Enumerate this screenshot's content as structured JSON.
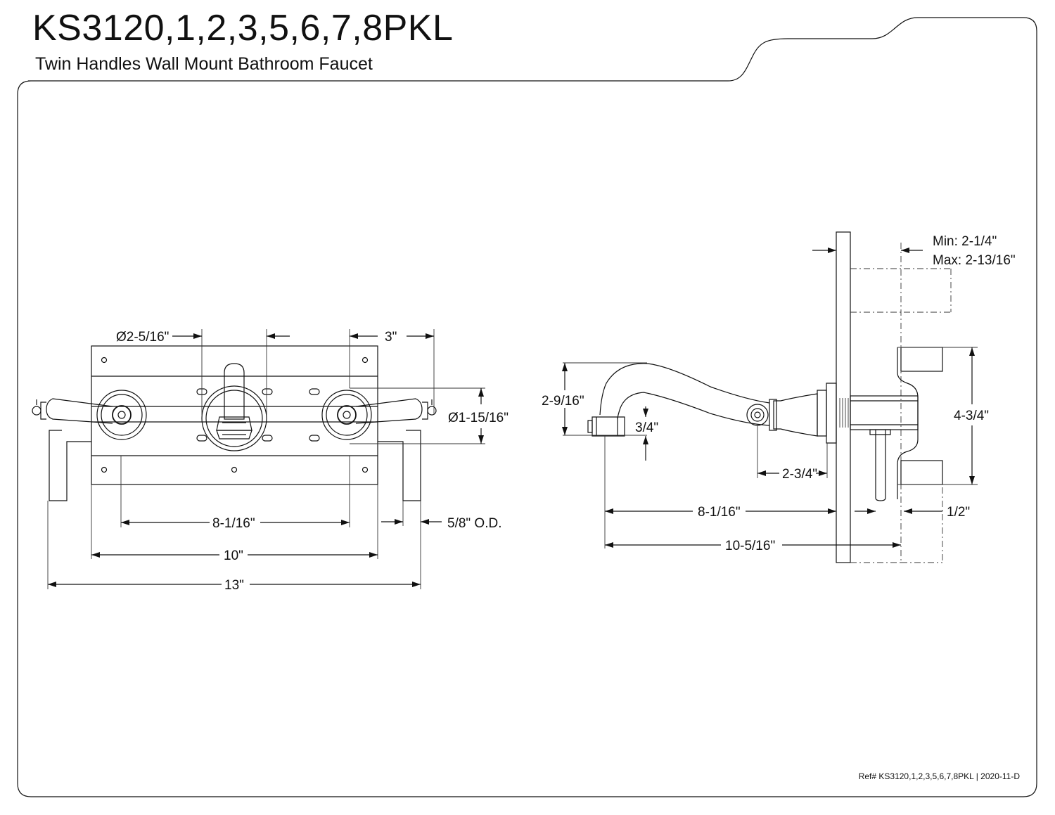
{
  "header": {
    "model": "KS3120,1,2,3,5,6,7,8PKL",
    "description": "Twin Handles Wall Mount Bathroom Faucet"
  },
  "front_view": {
    "dims": {
      "hole_diameter": "Ø2-5/16\"",
      "handle_offset": "3\"",
      "escutcheon_diameter": "Ø1-15/16\"",
      "handle_centers": "8-1/16\"",
      "pipe_od": "5/8\" O.D.",
      "plate_width": "10\"",
      "overall_width": "13\""
    }
  },
  "side_view": {
    "dims": {
      "wall_min": "Min: 2-1/4\"",
      "wall_max": "Max: 2-13/16\"",
      "spout_height": "2-9/16\"",
      "aerator_height": "3/4\"",
      "body_depth": "2-3/4\"",
      "valve_height": "4-3/4\"",
      "spout_reach": "8-1/16\"",
      "overall_depth": "10-5/16\"",
      "inlet_size": "1/2\""
    }
  },
  "footer": {
    "reference": "Ref# KS3120,1,2,3,5,6,7,8PKL | 2020-11-D"
  }
}
